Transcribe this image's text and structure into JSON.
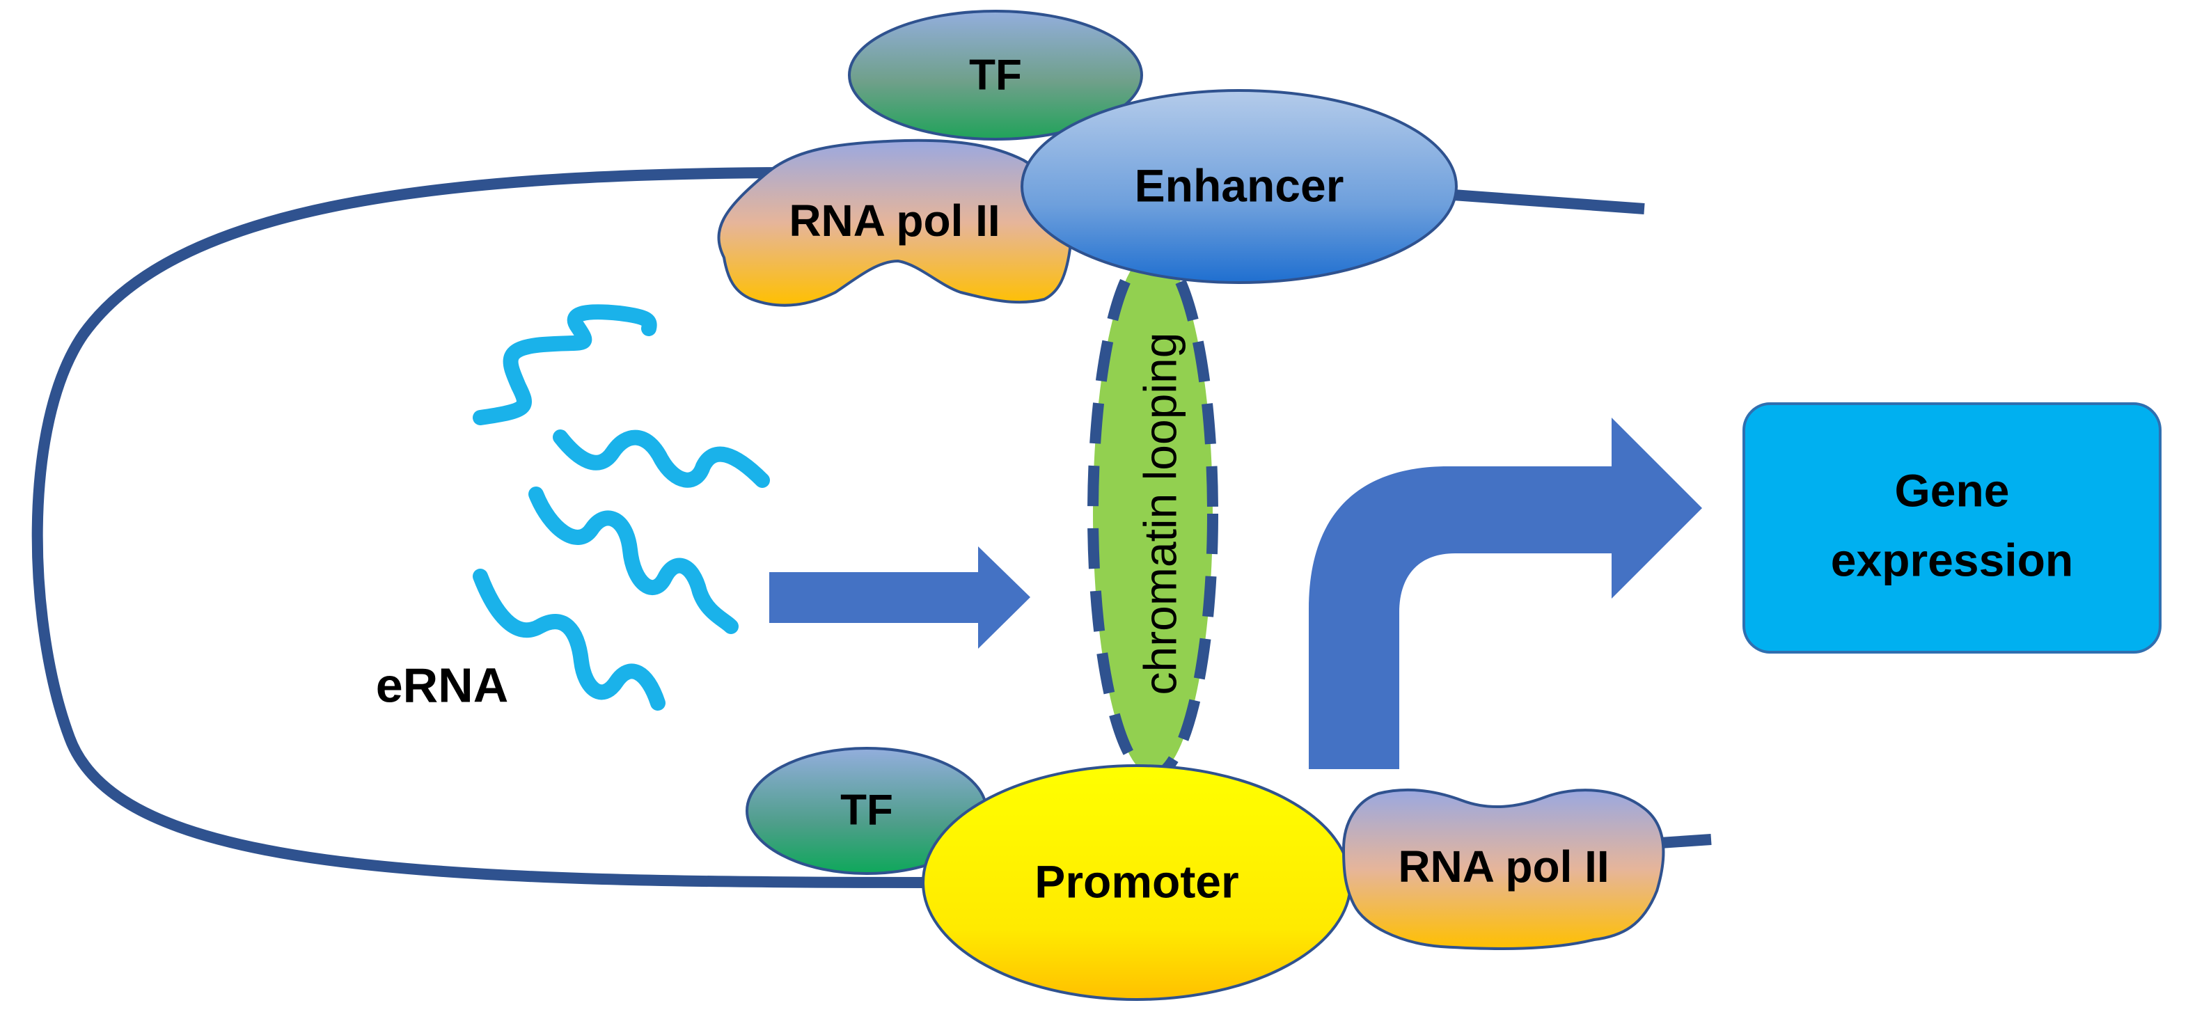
{
  "labels": {
    "tf_top": "TF",
    "enhancer": "Enhancer",
    "rna_pol_top": "RNA pol II",
    "chromatin_looping": "chromatin looping",
    "erna": "eRNA",
    "tf_bottom": "TF",
    "promoter": "Promoter",
    "rna_pol_bottom": "RNA pol II",
    "gene_expression_line1": "Gene",
    "gene_expression_line2": "expression"
  },
  "colors": {
    "dna_strand": "#2f528f",
    "arrow_blue": "#4472c4",
    "erna_cyan": "#1ab2ea",
    "gene_box": "#00b0f0",
    "gene_box_border": "#2f6fb0",
    "chromatin_green": "#92d050",
    "promoter_yellow": "#ffe000",
    "enhancer_blue": "#6fa0dc",
    "tf_gradient_top": "#8eaadb",
    "tf_gradient_bottom": "#2ea86a",
    "rna_pol_top": "#9aa8de",
    "rna_pol_bottom": "#ffc000"
  }
}
